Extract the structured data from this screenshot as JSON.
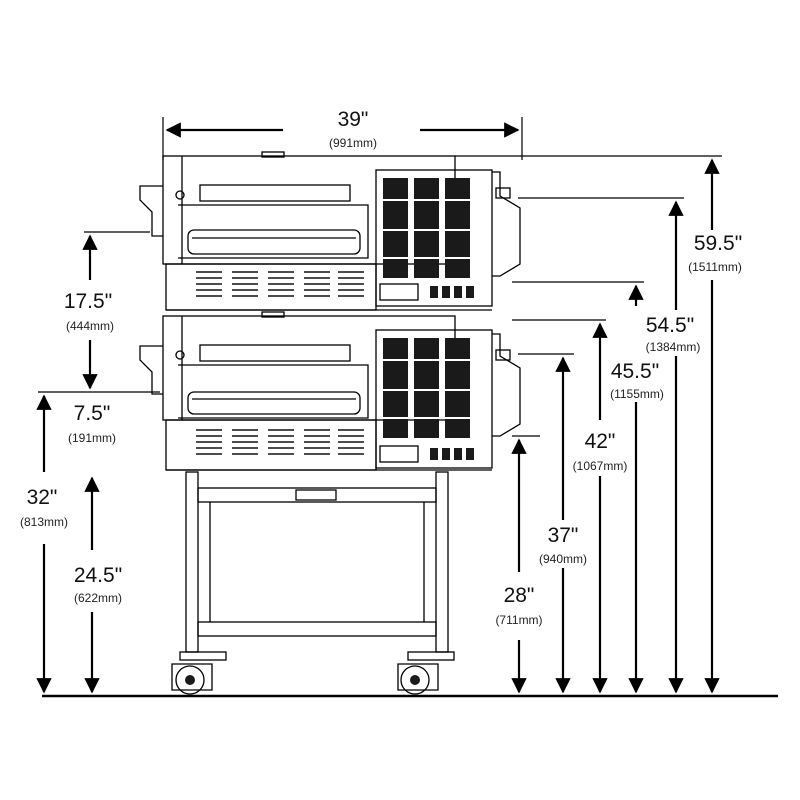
{
  "diagram": {
    "width": {
      "inches": "39\"",
      "mm": "(991mm)"
    },
    "dimensions_left": [
      {
        "id": "oven-height",
        "inches": "17.5\"",
        "mm": "(444mm)"
      },
      {
        "id": "leg-gap",
        "inches": "7.5\"",
        "mm": "(191mm)"
      },
      {
        "id": "lower-conveyor-height",
        "inches": "32\"",
        "mm": "(813mm)"
      },
      {
        "id": "lower-oven-base-height",
        "inches": "24.5\"",
        "mm": "(622mm)"
      }
    ],
    "dimensions_right": [
      {
        "id": "overall-height",
        "inches": "59.5\"",
        "mm": "(1511mm)"
      },
      {
        "id": "upper-vent-height",
        "inches": "54.5\"",
        "mm": "(1384mm)"
      },
      {
        "id": "upper-base-height",
        "inches": "45.5\"",
        "mm": "(1155mm)"
      },
      {
        "id": "lower-top-height",
        "inches": "42\"",
        "mm": "(1067mm)"
      },
      {
        "id": "lower-vent-height",
        "inches": "37\"",
        "mm": "(940mm)"
      },
      {
        "id": "lower-panel-height",
        "inches": "28\"",
        "mm": "(711mm)"
      }
    ],
    "colors": {
      "line": "#000000",
      "background": "#ffffff"
    }
  }
}
